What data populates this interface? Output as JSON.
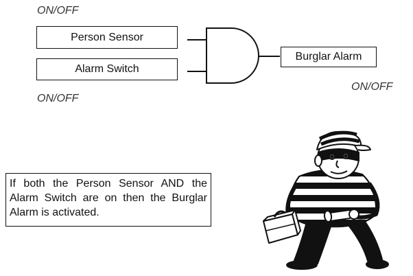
{
  "labels": {
    "input_state_top": "ON/OFF",
    "input_state_bottom": "ON/OFF",
    "output_state": "ON/OFF"
  },
  "inputs": {
    "person_sensor": "Person Sensor",
    "alarm_switch": "Alarm Switch"
  },
  "output": {
    "burglar_alarm": "Burglar Alarm"
  },
  "gate": {
    "type": "AND",
    "icon": "and-gate-icon"
  },
  "note": {
    "text": "If both the Person Sensor AND the Alarm Switch are on then the Burglar Alarm is activated."
  },
  "illustration": {
    "icon": "burglar-icon"
  },
  "colors": {
    "line": "#111111",
    "background": "#ffffff"
  }
}
